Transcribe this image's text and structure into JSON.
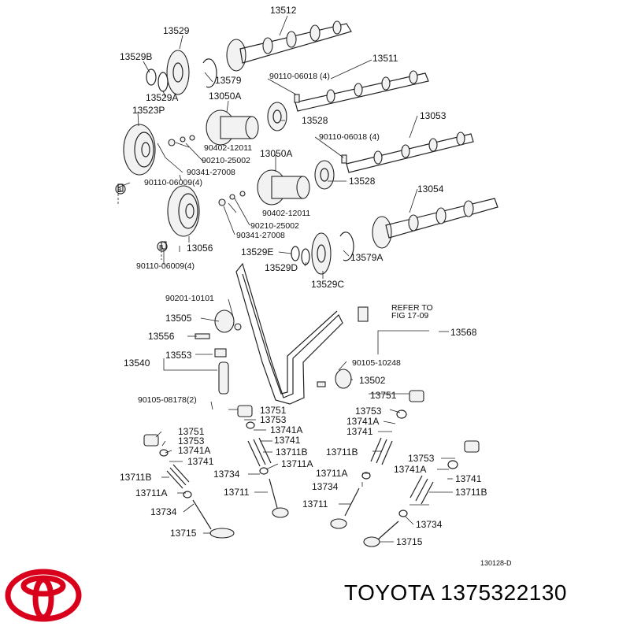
{
  "diagram": {
    "labels": [
      "13512",
      "13529",
      "13529B",
      "13579",
      "13529A",
      "13511",
      "90110-06018 (4)",
      "13050A",
      "13523P",
      "13528",
      "13053",
      "90110-06018 (4)",
      "90402-12011",
      "90210-25002",
      "90341-27008",
      "90110-06009(4)",
      "13050A",
      "13528",
      "13054",
      "90402-12011",
      "90210-25002",
      "90341-27008",
      "13056",
      "90110-06009(4)",
      "13529E",
      "13529D",
      "13579A",
      "13529C",
      "90201-10101",
      "REFER TO",
      "FIG 17-09",
      "13505",
      "13568",
      "13556",
      "13553",
      "13540",
      "90105-10248",
      "13502",
      "13751",
      "90105-08178(2)",
      "13751",
      "13753",
      "13753",
      "13741A",
      "13741A",
      "13741",
      "13741",
      "13751",
      "13753",
      "13741A",
      "13741",
      "13711B",
      "13711B",
      "13753",
      "13741A",
      "13711A",
      "13711B",
      "13734",
      "13711A",
      "13741",
      "13734",
      "13711",
      "13711B",
      "13711A",
      "13734",
      "13711",
      "13734",
      "13715",
      "13715",
      "130128-D",
      "B",
      "B"
    ]
  },
  "footer": {
    "brand_text": "TOYOTA 1375322130"
  },
  "colors": {
    "logo_red": "#d9001b",
    "line": "#222222"
  }
}
